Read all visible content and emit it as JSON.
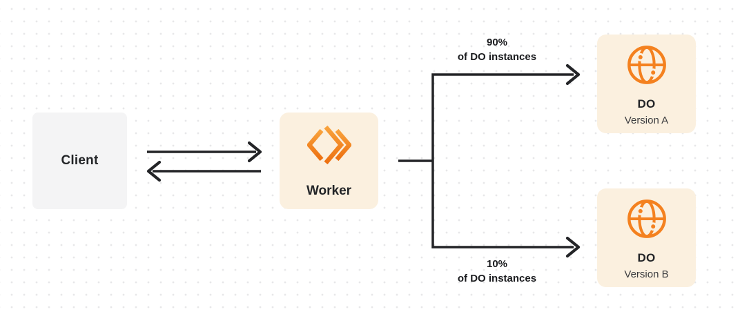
{
  "diagram": {
    "client": {
      "label": "Client"
    },
    "worker": {
      "label": "Worker"
    },
    "do_version_a": {
      "title": "DO",
      "subtitle": "Version A"
    },
    "do_version_b": {
      "title": "DO",
      "subtitle": "Version B"
    },
    "branch_a_label": {
      "line1": "90%",
      "line2": "of DO instances"
    },
    "branch_b_label": {
      "line1": "10%",
      "line2": "of DO instances"
    },
    "colors": {
      "accent_orange": "#f6821f",
      "worker_icon_gradient_top": "#f8a23c",
      "worker_icon_gradient_bottom": "#ed7010",
      "node_background_cream": "#fbf0df",
      "client_background_gray": "#f4f4f5",
      "connector_dark": "#232427",
      "dot_grid": "#e7e7e9",
      "text_dark": "#232528",
      "text_subtitle": "#3a3b3e"
    },
    "icons": {
      "worker": "workers-chevrons-icon",
      "durable_object": "globe-icon"
    }
  }
}
